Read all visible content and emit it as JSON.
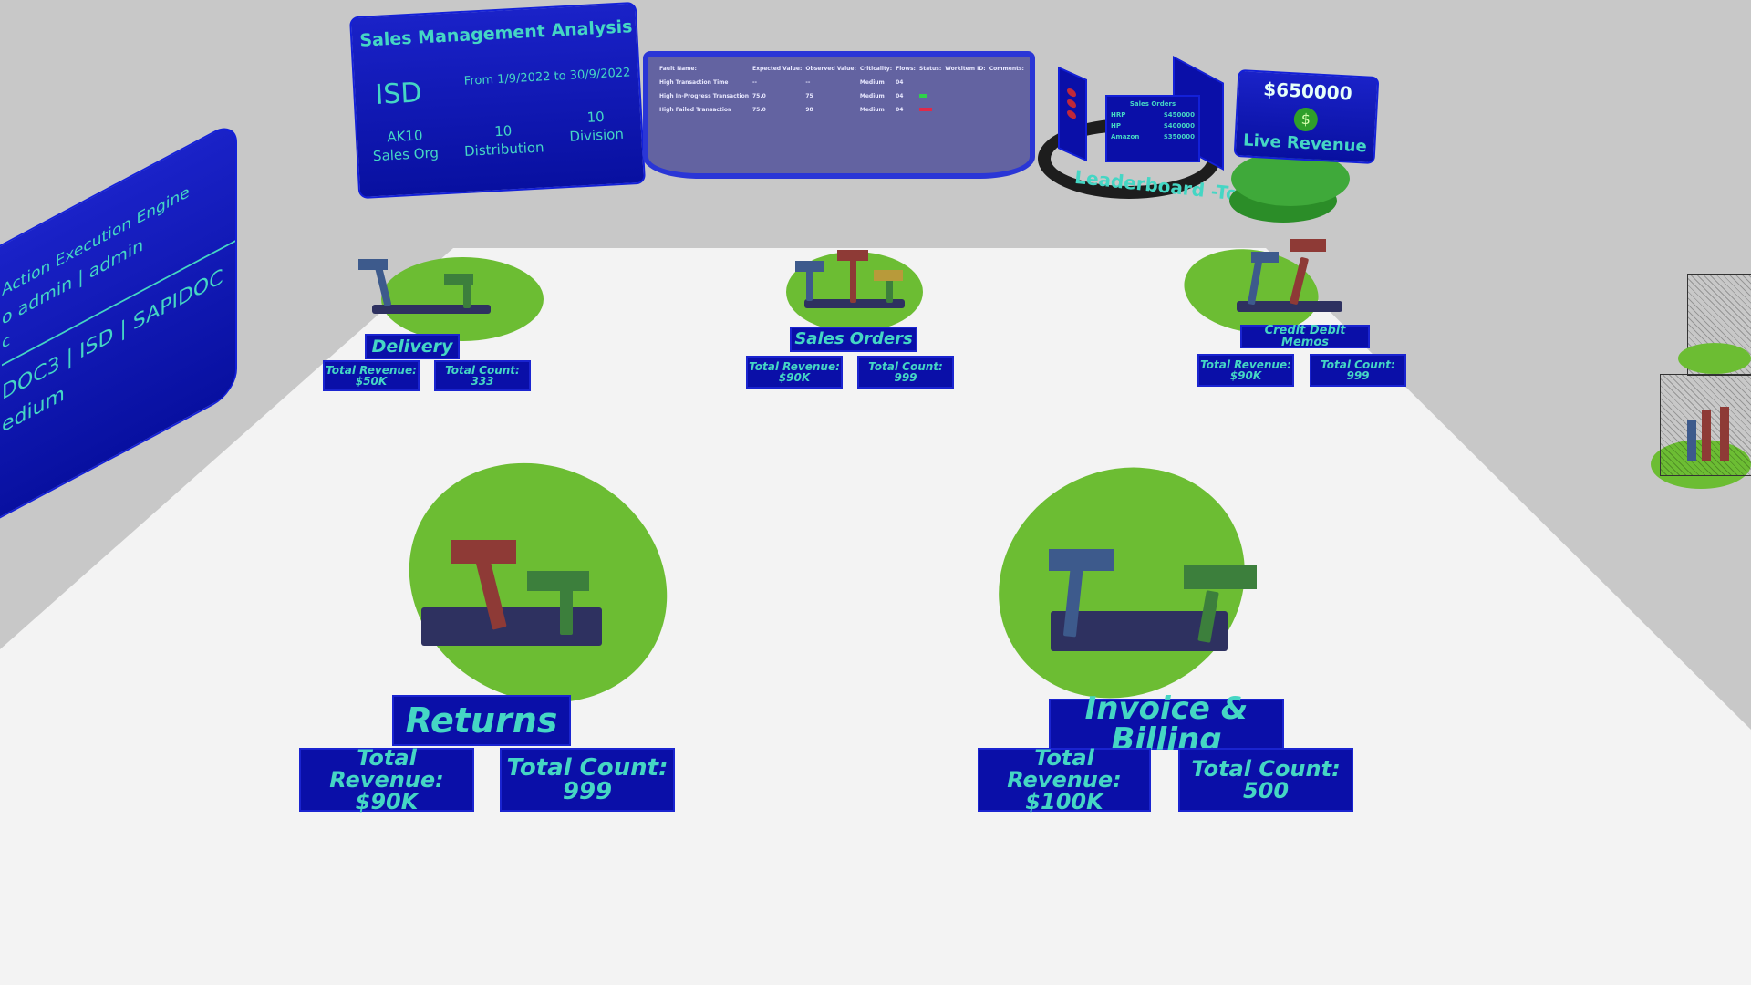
{
  "header": {
    "title": "Sales Management Analysis",
    "system": "ISD",
    "date_range": "From 1/9/2022 to 30/9/2022",
    "sales_org_value": "AK10",
    "sales_org_label": "Sales Org",
    "distribution_value": "10",
    "distribution_label": "Distribution",
    "division_value": "10",
    "division_label": "Division"
  },
  "fault_table": {
    "columns": [
      "Fault Name:",
      "Expected Value:",
      "Observed Value:",
      "Criticality:",
      "Flows:",
      "Status:",
      "Workitem ID:",
      "Comments:"
    ],
    "rows": [
      [
        "High Transaction Time",
        "--",
        "--",
        "Medium",
        "04",
        "",
        "",
        ""
      ],
      [
        "High In-Progress Transaction",
        "75.0",
        "75",
        "Medium",
        "04",
        "",
        "",
        ""
      ],
      [
        "High Failed Transaction",
        "75.0",
        "98",
        "Medium",
        "04",
        "",
        "",
        ""
      ]
    ],
    "status_colors": [
      "#2fd24a",
      "#e02a4a"
    ]
  },
  "left_panel": {
    "line1": "Action Execution Engine",
    "line2": "o admin | admin",
    "line3": "c",
    "line4": "DOC3 | ISD | SAPIDOC",
    "line5": "edium"
  },
  "leaderboard": {
    "label": "Leaderboard -Top",
    "card_title": "Sales Orders",
    "entries": [
      {
        "name": "HRP",
        "value": "$450000"
      },
      {
        "name": "HP",
        "value": "$400000"
      },
      {
        "name": "Amazon",
        "value": "$350000"
      }
    ]
  },
  "live_revenue": {
    "amount": "$650000",
    "icon": "money-bag-icon",
    "label": "Live Revenue"
  },
  "stations": {
    "delivery": {
      "title": "Delivery",
      "revenue_label": "Total Revenue:",
      "revenue": "$50K",
      "count_label": "Total Count:",
      "count": "333"
    },
    "sales_orders": {
      "title": "Sales Orders",
      "revenue_label": "Total Revenue:",
      "revenue": "$90K",
      "count_label": "Total Count:",
      "count": "999"
    },
    "credit_debit": {
      "title": "Credit Debit Memos",
      "revenue_label": "Total Revenue:",
      "revenue": "$90K",
      "count_label": "Total Count:",
      "count": "999"
    },
    "returns": {
      "title": "Returns",
      "revenue_label": "Total Revenue:",
      "revenue": "$90K",
      "count_label": "Total Count:",
      "count": "999"
    },
    "invoice_billing": {
      "title": "Invoice & Billing",
      "revenue_label": "Total Revenue:",
      "revenue": "$100K",
      "count_label": "Total Count:",
      "count": "500"
    }
  },
  "colors": {
    "panel": "#0a0fa8",
    "text": "#45d6c4",
    "platform": "#6cbd33",
    "bar_blue": "#3d5a8c",
    "bar_red": "#8e3a36",
    "bar_green": "#3c7f3c"
  }
}
